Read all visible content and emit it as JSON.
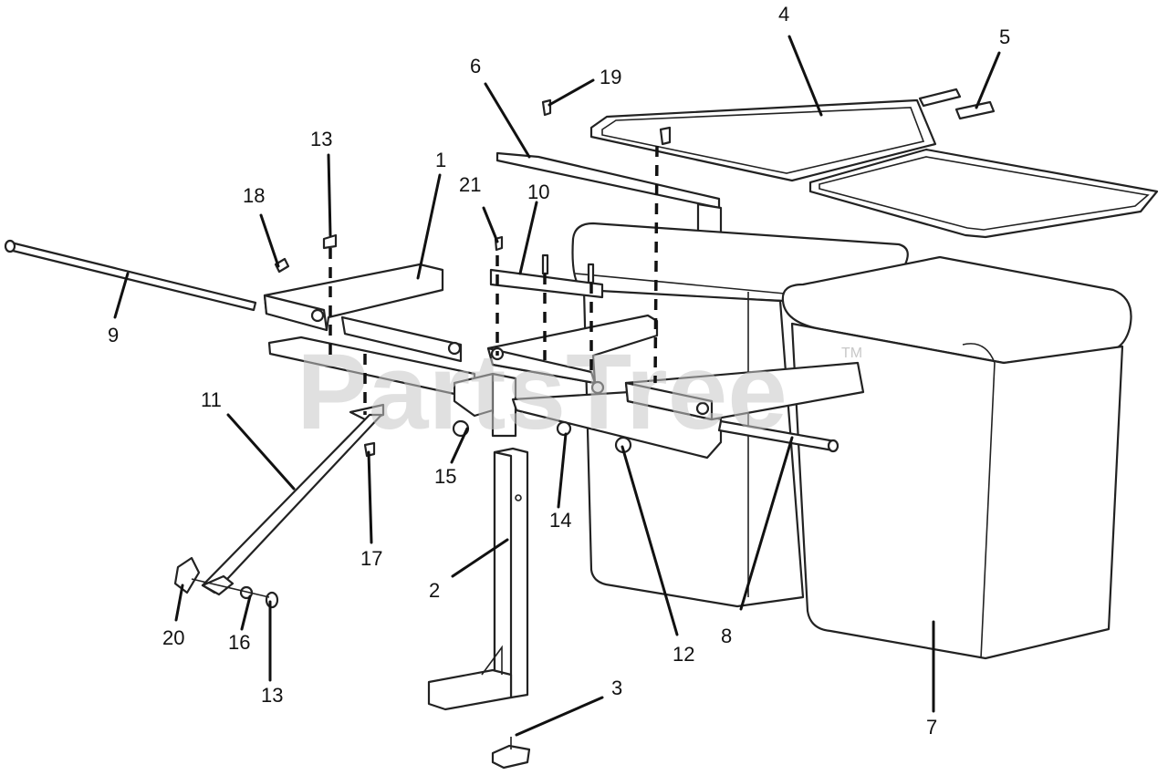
{
  "watermark": {
    "text": "PartsTree",
    "trademark": "TM"
  },
  "callouts": [
    {
      "id": "c1",
      "label": "1"
    },
    {
      "id": "c2",
      "label": "2"
    },
    {
      "id": "c3",
      "label": "3"
    },
    {
      "id": "c4",
      "label": "4"
    },
    {
      "id": "c5",
      "label": "5"
    },
    {
      "id": "c6",
      "label": "6"
    },
    {
      "id": "c7",
      "label": "7"
    },
    {
      "id": "c8",
      "label": "8"
    },
    {
      "id": "c9",
      "label": "9"
    },
    {
      "id": "c10",
      "label": "10"
    },
    {
      "id": "c11",
      "label": "11"
    },
    {
      "id": "c12",
      "label": "12"
    },
    {
      "id": "c13a",
      "label": "13"
    },
    {
      "id": "c13b",
      "label": "13"
    },
    {
      "id": "c14",
      "label": "14"
    },
    {
      "id": "c15",
      "label": "15"
    },
    {
      "id": "c16",
      "label": "16"
    },
    {
      "id": "c17",
      "label": "17"
    },
    {
      "id": "c18",
      "label": "18"
    },
    {
      "id": "c19",
      "label": "19"
    },
    {
      "id": "c20",
      "label": "20"
    },
    {
      "id": "c21",
      "label": "21"
    }
  ]
}
